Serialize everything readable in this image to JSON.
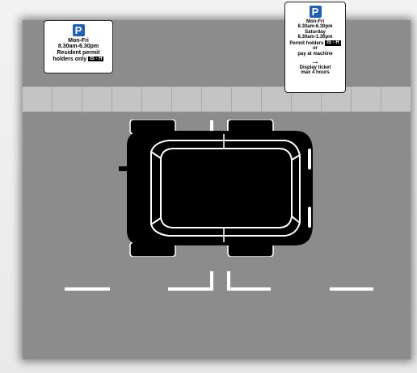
{
  "sign_left": {
    "p": "P",
    "days": "Mon-Fri",
    "hours": "8.30am-6.30pm",
    "line3": "Resident permit",
    "line4": "holders only",
    "zone": "IS - H"
  },
  "sign_right": {
    "p": "P",
    "days": "Mon-Fri",
    "hours": "8.30am-6.30pm",
    "sat": "Saturday",
    "sat_hours": "8.30am-1.30pm",
    "permit": "Permit holders",
    "zone": "IS - H",
    "or": "or",
    "pay": "pay at machine",
    "arrow": "→",
    "display": "Display ticket",
    "max": "max 4 hours"
  },
  "colors": {
    "road": "#8c8c8c",
    "pavement": "#c4c4c4",
    "markings": "#ffffff",
    "car": "#000000",
    "parking_sign_blue": "#1f5fb7"
  }
}
